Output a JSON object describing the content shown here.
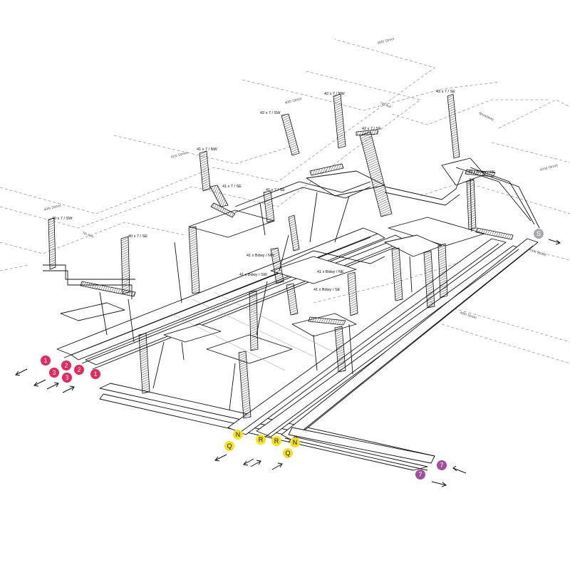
{
  "streets": {
    "s40_top": "40th Street",
    "s40_left": "40th Street",
    "s40_mid": "40th Street",
    "s41": "41st Street",
    "s41_right": "41st Street",
    "s42": "42nd Street",
    "s7a": "7th Ave",
    "s7b": "7th Ave",
    "bway": "Broadway"
  },
  "entrances": {
    "e40sw": "40 x 7 / SW",
    "e40se": "40 x 7 / SE",
    "e41nw": "41 x 7 / NW",
    "e41se_a": "41 x 7 / SE",
    "e41se_b": "41 x 7 / SE",
    "e42sw": "42 x 7 / SW",
    "e42nw": "42 x 7 / NW",
    "e42se": "42 x 7 / SE",
    "e43se": "43 x 7 / SE",
    "e43bway": "43 x Bdwy / SE",
    "e41bway_nw": "41 x Bdwy / NW",
    "e41bway_sw": "41 x Bdwy / SW",
    "e41bway_ne": "41 x Bdwy / NE",
    "e41bway_se": "41 x Bdwy / SE"
  },
  "routes": {
    "red_1a": "1",
    "red_2a": "2",
    "red_2b": "2",
    "red_3a": "3",
    "red_3b": "3",
    "red_1b": "1",
    "yel_n1": "N",
    "yel_q1": "Q",
    "yel_r1": "R",
    "yel_r2": "R",
    "yel_n2": "N",
    "yel_q2": "Q",
    "pur_7a": "7",
    "pur_7b": "7",
    "gray_s": "S"
  },
  "colors": {
    "red_line": "#e8285a",
    "yellow_line": "#f5e21b",
    "purple_line": "#a04f9f",
    "shuttle_gray": "#a7a9ac",
    "structure": "#111111",
    "street_dash": "#9a9a9a"
  }
}
